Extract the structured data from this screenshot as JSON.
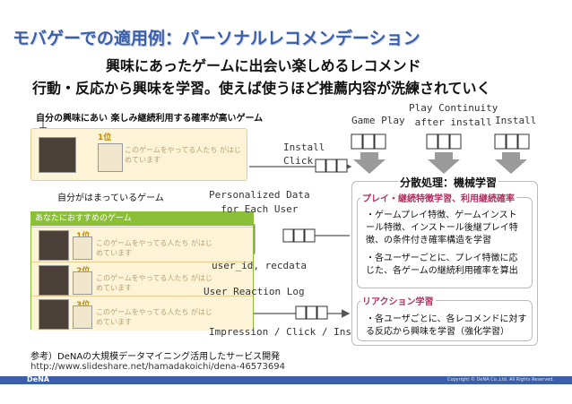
{
  "slide": {
    "title": "モバゲーでの適用例：パーソナルレコメンデーション",
    "subtitle1": "興味にあったゲームに出会い楽しめるレコメンド",
    "subtitle2": "行動・反応から興味を学習。使えば使うほど推薦内容が洗練されていく"
  },
  "left": {
    "card_caption": "自分の興味にあい 楽しみ継続利用する確率が高いゲーム",
    "top_rank": "1位",
    "top_text": "このゲームをやってる人たち がはじめています",
    "playing_caption": "自分がはまっているゲーム",
    "rec_header": "あなたにおすすめのゲーム",
    "rec_items": [
      {
        "rank": "1位",
        "text": "このゲームをやってる人たち がはじめています"
      },
      {
        "rank": "2位",
        "text": "このゲームをやってる人たち がはじめています"
      },
      {
        "rank": "3位",
        "text": "このゲームをやってる人たち がはじめています"
      }
    ]
  },
  "middle": {
    "install_click": "Install\nClick",
    "personalized": "Personalized Data\nfor Each User",
    "db_label": "user_id, recdata",
    "reaction_log": "User Reaction Log",
    "reaction_types": "Impression / Click / Install"
  },
  "right": {
    "game_play": "Game Play",
    "play_continuity": "Play Continuity\nafter install",
    "install": "Install",
    "distributed": "分散処理：機械学習",
    "section1_title": "プレイ・継続特徴学習、利用継続確率",
    "section1_bullets": [
      "・ゲームプレイ特徴、ゲームインストール特徴、インストール後継プレイ特徴、の条件付き確率構造を学習",
      "・各ユーザーごとに、プレイ特徴に応じた、各ゲームの継続利用確率を算出"
    ],
    "section2_title": "リアクション学習",
    "section2_bullets": [
      "・各ユーザごとに、各レコメンドに対する反応から興味を学習（強化学習）"
    ]
  },
  "reference": {
    "line1": "参考）DeNAの大規模データマイニング活用したサービス開発",
    "line2": "http://www.slideshare.net/hamadakoichi/dena-46573694"
  },
  "footer": {
    "logo": "DeNA",
    "copyright": "Copyright © DeNA Co.,Ltd. All Rights Reserved."
  },
  "colors": {
    "title": "#3b5fa9",
    "arrow_gray": "#9a9a9a",
    "rec_green": "#8bbf37",
    "card_cream": "#fdf4d8"
  }
}
